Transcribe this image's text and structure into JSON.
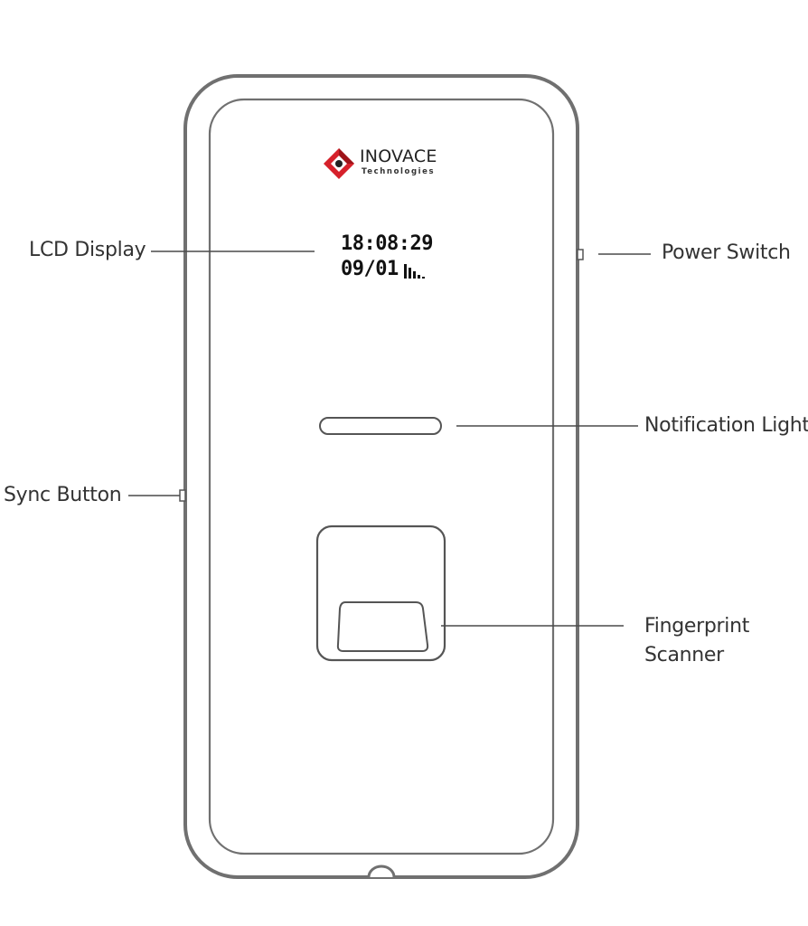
{
  "brand": {
    "name": "INOVACE",
    "subtitle": "Technologies",
    "logo": "diamond-logo-icon",
    "accent_color": "#d6212b"
  },
  "lcd": {
    "time": "18:08:29",
    "date": "09/01",
    "signal": "signal-bars-icon"
  },
  "callouts": {
    "lcd_display": "LCD Display",
    "power_switch": "Power Switch",
    "notification_light": "Notification Light",
    "sync_button": "Sync Button",
    "fingerprint_scanner_line1": "Fingerprint",
    "fingerprint_scanner_line2": "Scanner"
  },
  "colors": {
    "outline": "#6e6e6e",
    "leader": "#4a4a4a",
    "label": "#333333"
  }
}
